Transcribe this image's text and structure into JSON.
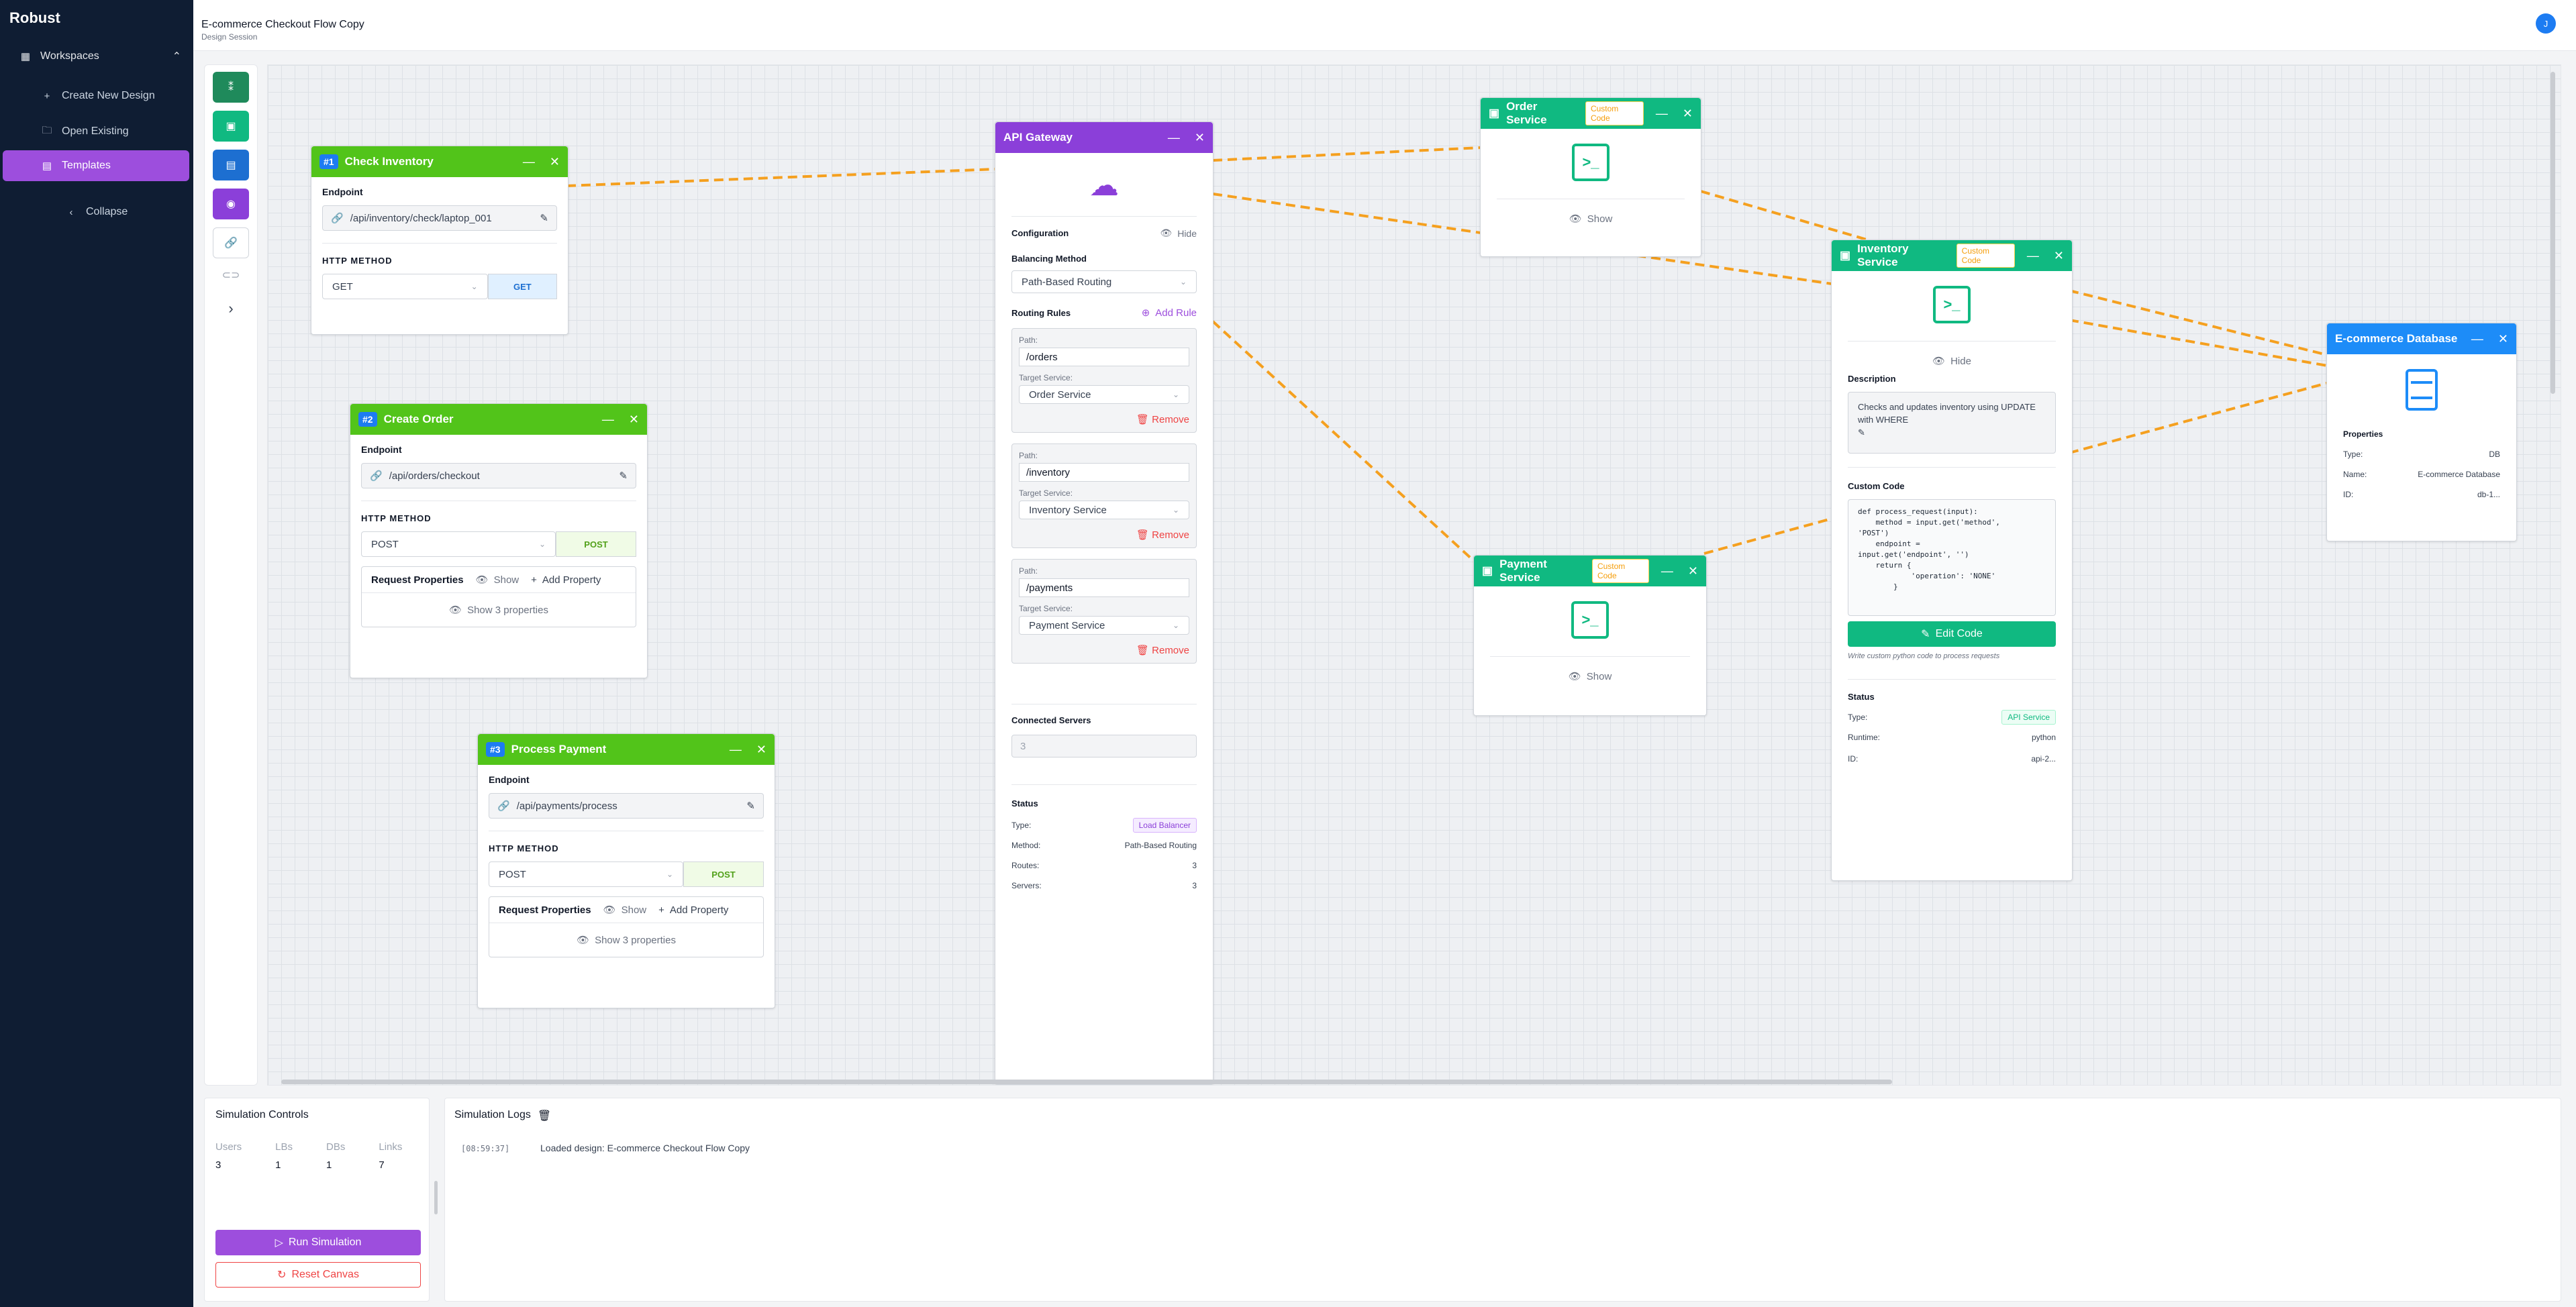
{
  "app": {
    "brand": "Robust",
    "title": "E-commerce Checkout Flow Copy",
    "subtitle": "Design Session",
    "avatar": "J"
  },
  "sidebar": {
    "section": "Workspaces",
    "items": [
      {
        "label": "Create New Design"
      },
      {
        "label": "Open Existing"
      },
      {
        "label": "Templates"
      }
    ],
    "collapse": "Collapse"
  },
  "nodes": {
    "check": {
      "num": "#1",
      "title": "Check Inventory",
      "endpoint_label": "Endpoint",
      "endpoint": "/api/inventory/check/laptop_001",
      "method_label": "HTTP METHOD",
      "method": "GET",
      "badge": "GET"
    },
    "create": {
      "num": "#2",
      "title": "Create Order",
      "endpoint_label": "Endpoint",
      "endpoint": "/api/orders/checkout",
      "method_label": "HTTP METHOD",
      "method": "POST",
      "badge": "POST",
      "req_label": "Request Properties",
      "show": "Show",
      "add": "Add Property",
      "show_props": "Show 3 properties"
    },
    "payment_ep": {
      "num": "#3",
      "title": "Process Payment",
      "endpoint_label": "Endpoint",
      "endpoint": "/api/payments/process",
      "method_label": "HTTP METHOD",
      "method": "POST",
      "badge": "POST",
      "req_label": "Request Properties",
      "show": "Show",
      "add": "Add Property",
      "show_props": "Show 3 properties"
    },
    "gateway": {
      "title": "API Gateway",
      "config": "Configuration",
      "hide": "Hide",
      "balancing_label": "Balancing Method",
      "balancing": "Path-Based Routing",
      "rules_label": "Routing Rules",
      "add_rule": "Add Rule",
      "path_label": "Path:",
      "target_label": "Target Service:",
      "remove": "Remove",
      "rules": [
        {
          "path": "/orders",
          "target": "Order Service"
        },
        {
          "path": "/inventory",
          "target": "Inventory Service"
        },
        {
          "path": "/payments",
          "target": "Payment Service"
        }
      ],
      "connected_label": "Connected Servers",
      "connected": "3",
      "status": "Status",
      "status_rows": [
        {
          "k": "Type:",
          "v": "Load Balancer"
        },
        {
          "k": "Method:",
          "v": "Path-Based Routing"
        },
        {
          "k": "Routes:",
          "v": "3"
        },
        {
          "k": "Servers:",
          "v": "3"
        }
      ]
    },
    "order": {
      "title": "Order Service",
      "badge": "Custom Code",
      "show": "Show"
    },
    "paysvc": {
      "title": "Payment Service",
      "badge": "Custom Code",
      "show": "Show"
    },
    "inventory": {
      "title": "Inventory Service",
      "badge": "Custom Code",
      "hide": "Hide",
      "desc_label": "Description",
      "desc": "Checks and updates inventory using UPDATE with WHERE",
      "code_label": "Custom Code",
      "code": "def process_request(input):\n    method = input.get('method',\n'POST')\n    endpoint =\ninput.get('endpoint', '')\n    return {\n            'operation': 'NONE'\n        }",
      "edit": "Edit Code",
      "hint": "Write custom python code to process requests",
      "status": "Status",
      "status_rows": [
        {
          "k": "Type:",
          "v": "API Service"
        },
        {
          "k": "Runtime:",
          "v": "python"
        },
        {
          "k": "ID:",
          "v": "api-2..."
        }
      ]
    },
    "db": {
      "title": "E-commerce Database",
      "props": "Properties",
      "rows": [
        {
          "k": "Type:",
          "v": "DB"
        },
        {
          "k": "Name:",
          "v": "E-commerce Database"
        },
        {
          "k": "ID:",
          "v": "db-1..."
        }
      ]
    }
  },
  "sim": {
    "title": "Simulation Controls",
    "stats": [
      {
        "k": "Users",
        "v": "3"
      },
      {
        "k": "LBs",
        "v": "1"
      },
      {
        "k": "DBs",
        "v": "1"
      },
      {
        "k": "Links",
        "v": "7"
      }
    ],
    "run": "Run Simulation",
    "reset": "Reset Canvas"
  },
  "logs": {
    "title": "Simulation Logs",
    "time": "[08:59:37]",
    "msg": "Loaded design: E-commerce Checkout Flow Copy"
  },
  "colors": {
    "sidebar": "#0f1d33",
    "endpoint": "#52c41a",
    "gateway": "#8b3fd9",
    "service": "#10b981",
    "db": "#1d8cf8",
    "edge": "#f5a01f",
    "accent": "#9d4edd"
  }
}
